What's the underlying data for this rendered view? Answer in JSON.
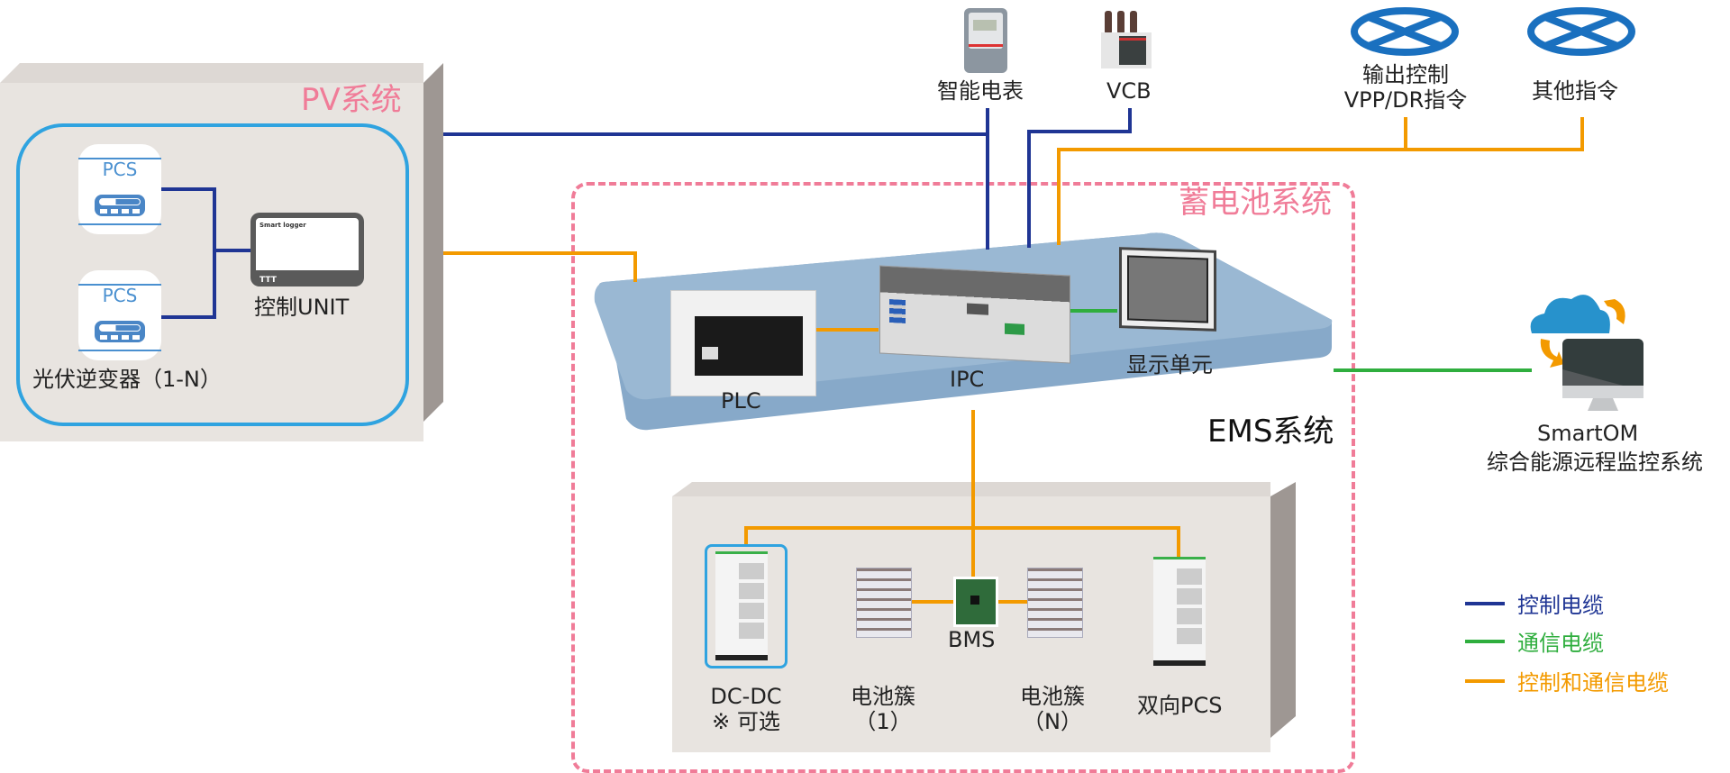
{
  "colors": {
    "control_cable": "#1f3594",
    "comm_cable": "#2fae3e",
    "control_comm_cable": "#f39a00",
    "system_title": "#f07c98",
    "pv_border": "#2fa3e0",
    "ems_platform": "#8fb0cc"
  },
  "pv_system": {
    "title": "PV系统",
    "inverters": [
      {
        "label": "PCS"
      },
      {
        "label": "PCS"
      }
    ],
    "inverter_group_label": "光伏逆变器（1-N）",
    "control_unit": {
      "label": "控制UNIT",
      "screen_text": "Smart logger",
      "port_text": "TTT"
    }
  },
  "top_devices": {
    "smart_meter": "智能电表",
    "vcb": "VCB",
    "output_control": [
      "输出控制",
      "VPP/DR指令"
    ],
    "other_commands": "其他指令"
  },
  "battery_system": {
    "title": "蓄电池系统",
    "ems": {
      "title": "EMS系统",
      "plc": "PLC",
      "ipc": "IPC",
      "display": "显示单元"
    },
    "rack": {
      "dcdc": [
        "DC-DC",
        "※ 可选"
      ],
      "battery_1": [
        "电池簇",
        "（1）"
      ],
      "bms": "BMS",
      "battery_n": [
        "电池簇",
        "（N）"
      ],
      "bidirectional_pcs": "双向PCS"
    }
  },
  "smartom": {
    "name": "SmartOM",
    "description": "综合能源远程监控系统"
  },
  "legend": [
    {
      "label": "控制电缆",
      "color": "#1f3594"
    },
    {
      "label": "通信电缆",
      "color": "#2fae3e"
    },
    {
      "label": "控制和通信电缆",
      "color": "#f39a00"
    }
  ]
}
